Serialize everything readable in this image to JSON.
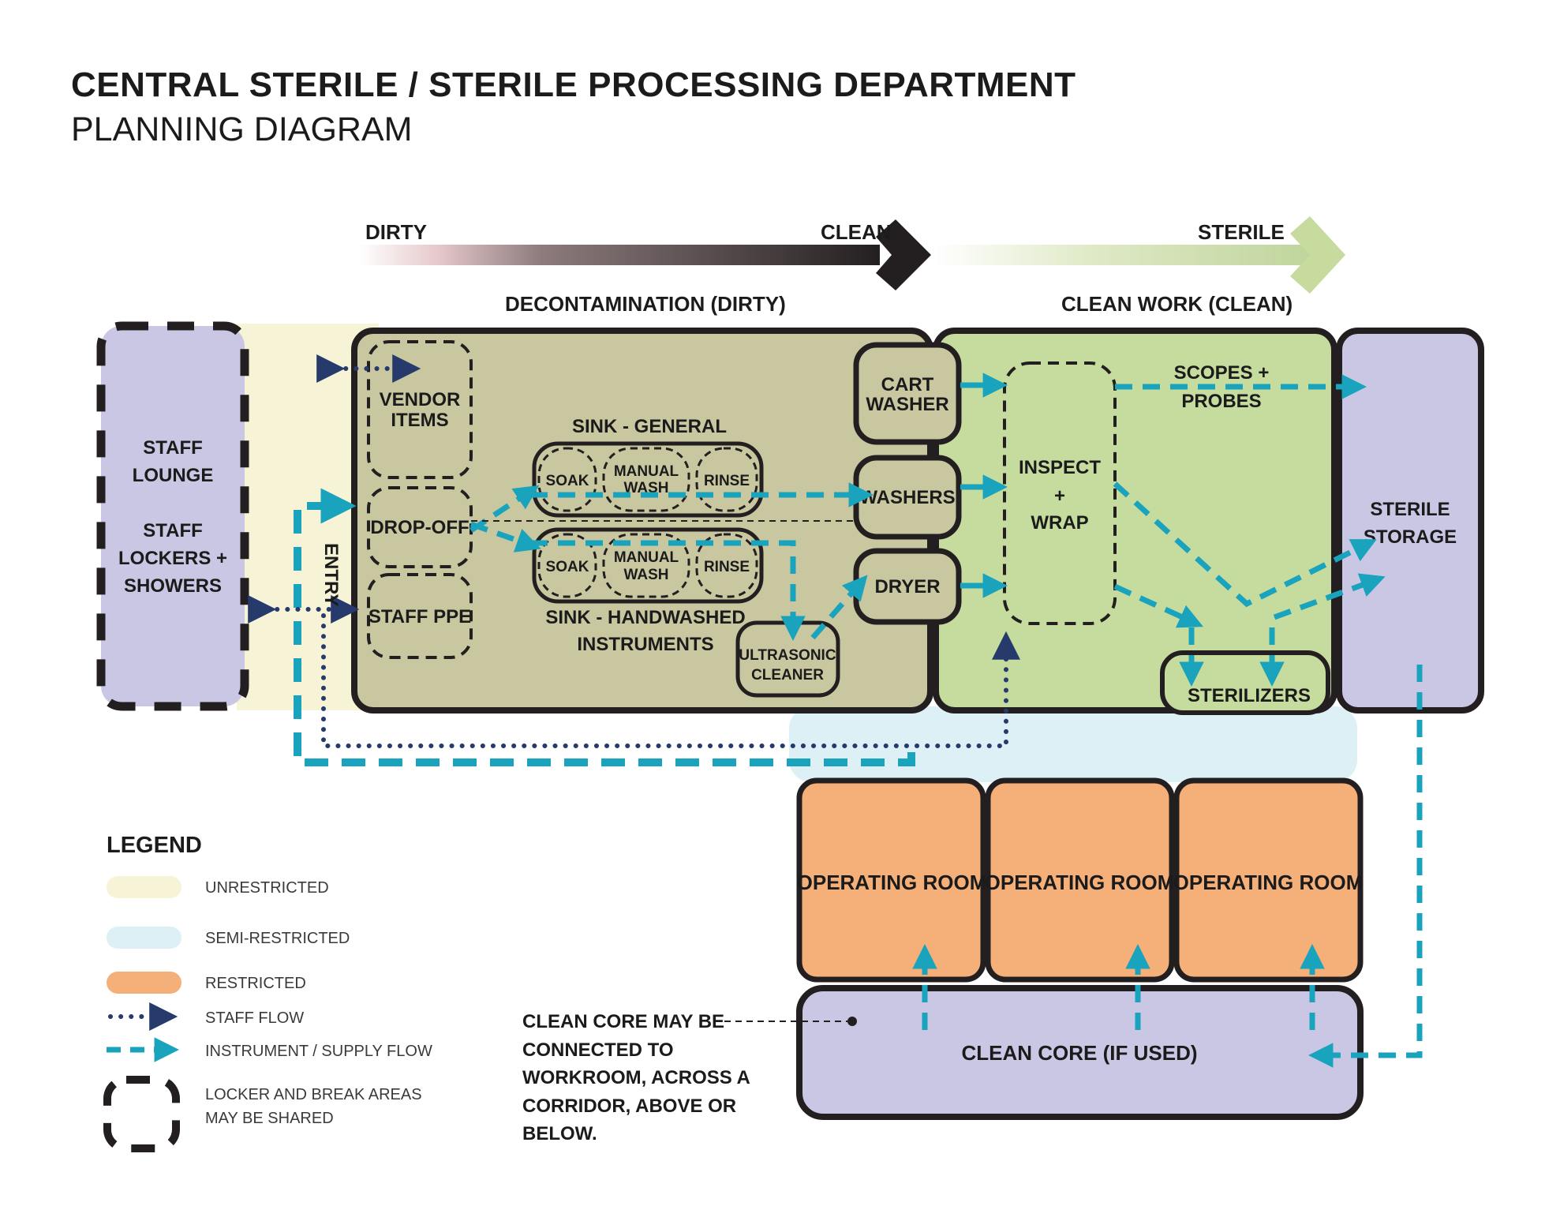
{
  "title": {
    "main": "CENTRAL STERILE / STERILE PROCESSING DEPARTMENT",
    "sub": "PLANNING DIAGRAM"
  },
  "gradient_bar": {
    "dirty": "DIRTY",
    "clean": "CLEAN",
    "sterile": "STERILE"
  },
  "zones": {
    "decontamination": "DECONTAMINATION  (DIRTY)",
    "clean_work": "CLEAN WORK (CLEAN)"
  },
  "staff_area": {
    "lounge_line1": "STAFF",
    "lounge_line2": "LOUNGE",
    "lockers_line1": "STAFF",
    "lockers_line2": "LOCKERS +",
    "lockers_line3": "SHOWERS"
  },
  "entry_label": "ENTRY",
  "decon_rooms": {
    "vendor_line1": "VENDOR",
    "vendor_line2": "ITEMS",
    "drop_off": "DROP-OFF",
    "staff_ppe": "STAFF PPE",
    "sink_general": "SINK - GENERAL",
    "sink_hand_line1": "SINK - HANDWASHED",
    "sink_hand_line2": "INSTRUMENTS",
    "soak": "SOAK",
    "manual_line1": "MANUAL",
    "manual_line2": "WASH",
    "rinse": "RINSE",
    "ultrasonic_line1": "ULTRASONIC",
    "ultrasonic_line2": "CLEANER"
  },
  "equipment": {
    "cart_washer_line1": "CART",
    "cart_washer_line2": "WASHER",
    "washers": "WASHERS",
    "dryer": "DRYER"
  },
  "clean_rooms": {
    "inspect_line1": "INSPECT",
    "inspect_line2": "+",
    "inspect_line3": "WRAP",
    "scopes_line1": "SCOPES +",
    "scopes_line2": "PROBES",
    "sterilizers": "STERILIZERS",
    "sterile_storage_line1": "STERILE",
    "sterile_storage_line2": "STORAGE"
  },
  "operating_rooms": [
    "OPERATING ROOM",
    "OPERATING ROOM",
    "OPERATING ROOM"
  ],
  "clean_core": "CLEAN CORE (IF USED)",
  "note": {
    "line1": "CLEAN CORE MAY BE",
    "line2": "CONNECTED TO",
    "line3": "WORKROOM, ACROSS A",
    "line4": "CORRIDOR, ABOVE OR",
    "line5": "BELOW."
  },
  "legend": {
    "heading": "LEGEND",
    "unrestricted": "UNRESTRICTED",
    "semi_restricted": "SEMI-RESTRICTED",
    "restricted": "RESTRICTED",
    "staff_flow": "STAFF FLOW",
    "instrument_flow": "INSTRUMENT / SUPPLY FLOW",
    "shared_line1": "LOCKER AND BREAK AREAS",
    "shared_line2": "MAY BE SHARED"
  },
  "colors": {
    "unrestricted": "#f7f3d6",
    "semi_restricted": "#dcf0f6",
    "restricted": "#f5b07a",
    "decon_fill": "#c9c7a0",
    "clean_fill": "#c6dc9f",
    "staff_fill": "#c9c7e4",
    "instrument_flow": "#1aa3bd",
    "staff_flow": "#263a6b",
    "outline": "#231f20"
  }
}
